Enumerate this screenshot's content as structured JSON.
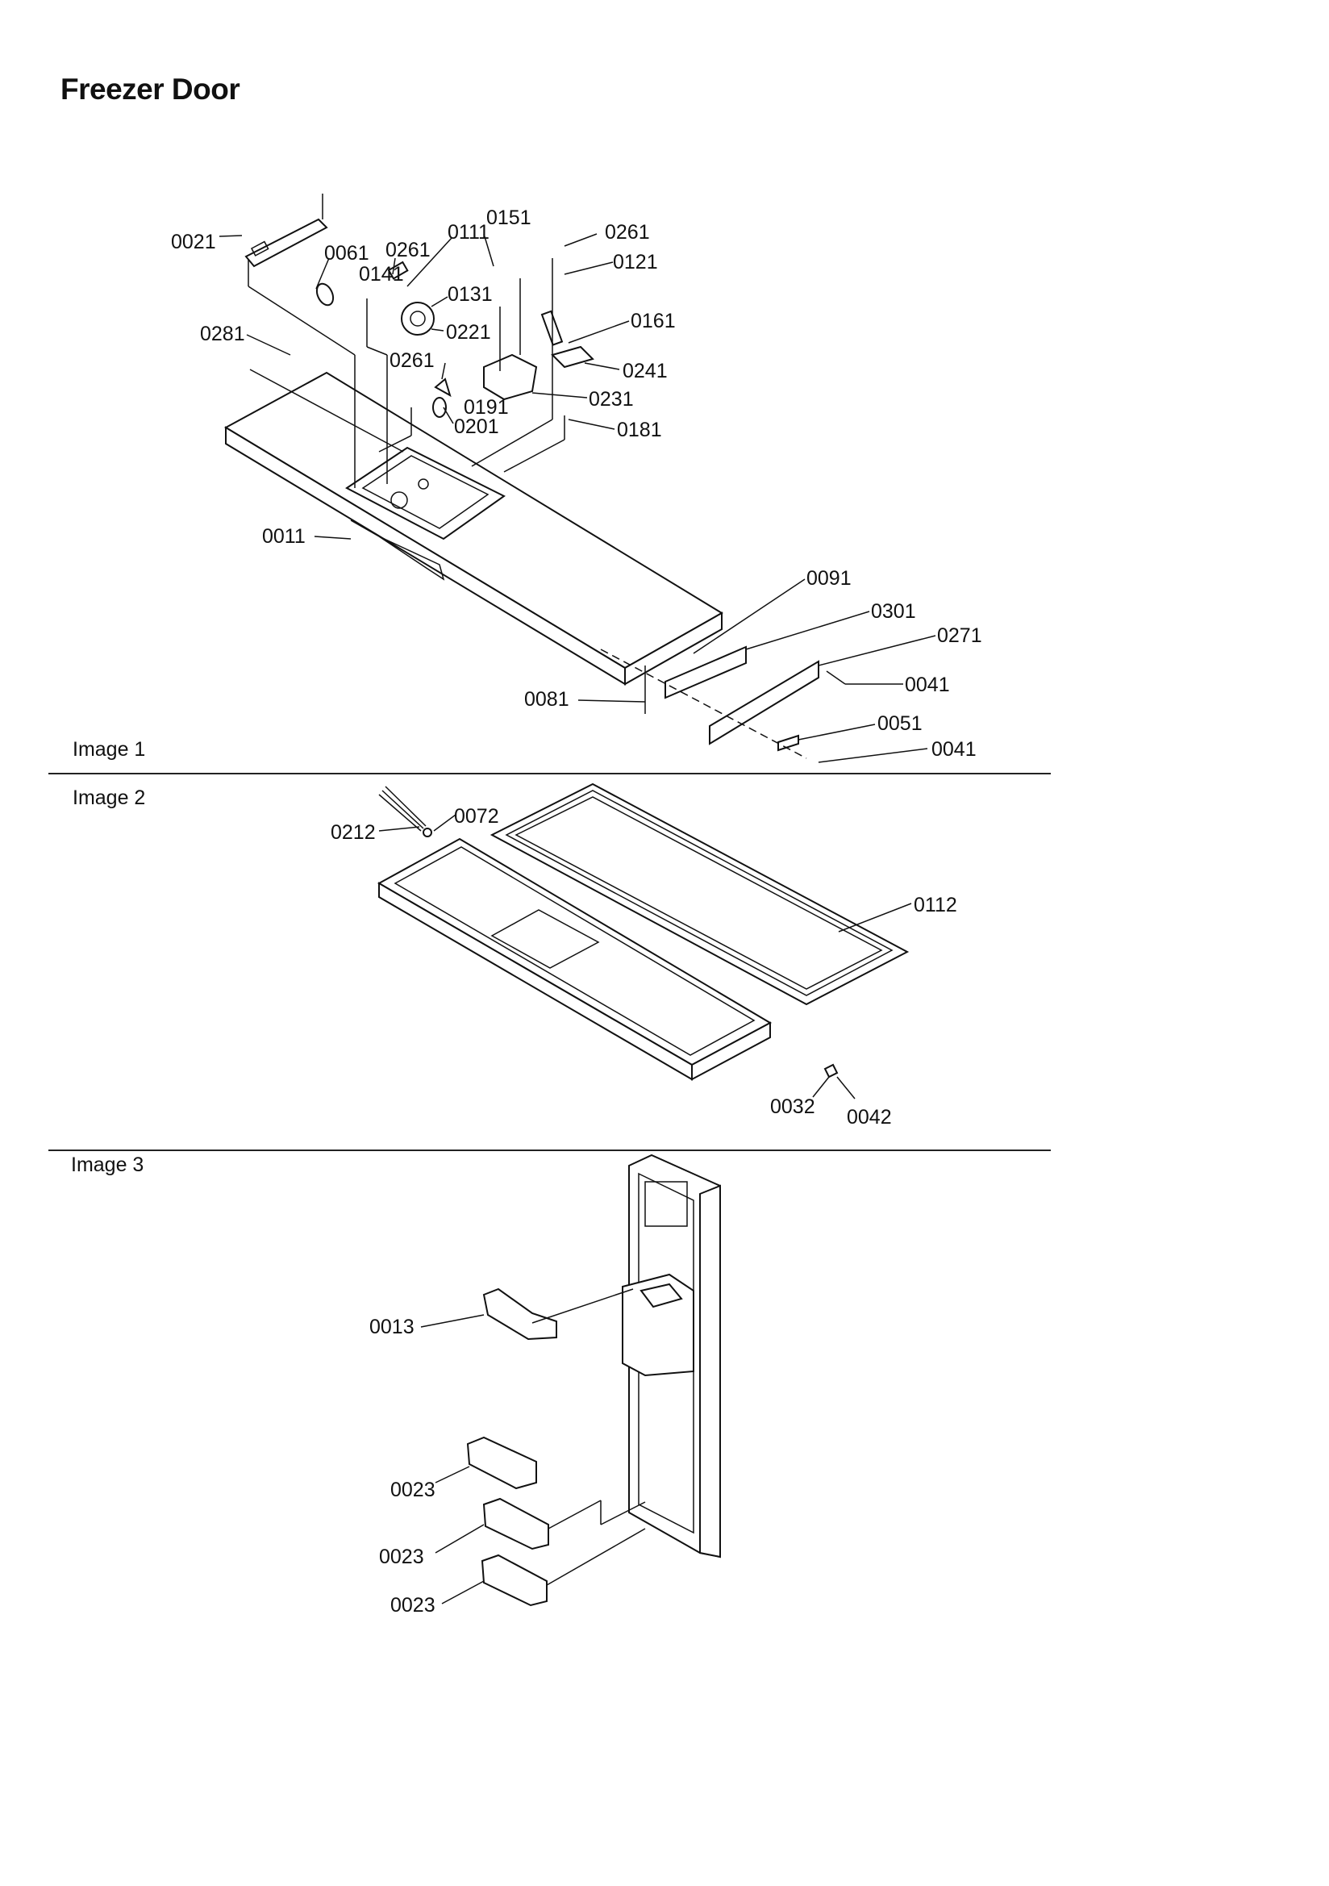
{
  "title": "Freezer Door",
  "sections": [
    {
      "label": "Image 1",
      "callouts": [
        "0021",
        "0061",
        "0261",
        "0111",
        "0151",
        "0261",
        "0121",
        "0141",
        "0131",
        "0221",
        "0161",
        "0281",
        "0261",
        "0241",
        "0191",
        "0231",
        "0201",
        "0181",
        "0011",
        "0091",
        "0301",
        "0271",
        "0041",
        "0081",
        "0051",
        "0041"
      ]
    },
    {
      "label": "Image 2",
      "callouts": [
        "0212",
        "0072",
        "0112",
        "0032",
        "0042"
      ]
    },
    {
      "label": "Image 3",
      "callouts": [
        "0013",
        "0023",
        "0023",
        "0023"
      ]
    }
  ]
}
